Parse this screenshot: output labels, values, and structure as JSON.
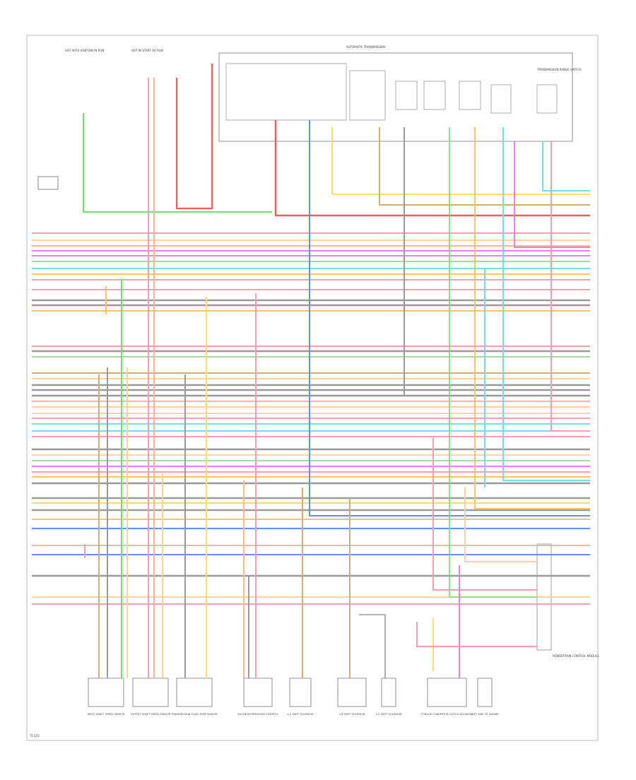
{
  "diagram": {
    "top_labels": {
      "left_fuse": "HOT WITH IGNITION IN RUN",
      "right_fuse": "HOT IN START OR RUN",
      "pcm_module": "AUTOMATIC TRANSMISSION",
      "right_connector": "TRANSMISSION RANGE SWITCH"
    },
    "bottom_components": [
      {
        "label": "INPUT SHAFT SPEED SENSOR"
      },
      {
        "label": "OUTPUT SHAFT SPEED SENSOR"
      },
      {
        "label": "TRANSMISSION FLUID TEMP SENSOR"
      },
      {
        "label": "SOLENOID PRESSURE CONTROL"
      },
      {
        "label": "1-2 SHIFT SOLENOID"
      },
      {
        "label": "2-3 SHIFT SOLENOID"
      },
      {
        "label": "3-2 SHIFT SOLENOID"
      },
      {
        "label": "TORQUE CONVERTER CLUTCH SOLENOID"
      },
      {
        "label": "LEFT SIDE OF ENGINE"
      }
    ],
    "right_module_label": "POWERTRAIN CONTROL MODULE",
    "footer_code": "T1  E55"
  },
  "wires": [
    {
      "color": "#ff9cb2",
      "label": "PNK"
    },
    {
      "color": "#ffb3a0",
      "label": "RED/WHT"
    },
    {
      "color": "#ffd39a",
      "label": "TAN/BLK"
    },
    {
      "color": "#ee7cf0",
      "label": "PPL/WHT"
    },
    {
      "color": "#a8d8a8",
      "label": "LT GRN"
    },
    {
      "color": "#74e0e6",
      "label": "LT BLU/WHT"
    },
    {
      "color": "#f4e26a",
      "label": "YEL"
    },
    {
      "color": "#ffc36a",
      "label": "ORN"
    },
    {
      "color": "#9a9a9a",
      "label": "GRY"
    },
    {
      "color": "#ff5a5a",
      "label": "RED"
    },
    {
      "color": "#6a8cff",
      "label": "DK BLU"
    },
    {
      "color": "#c8b278",
      "label": "BRN"
    },
    {
      "color": "#6ee06e",
      "label": "GRN"
    }
  ]
}
